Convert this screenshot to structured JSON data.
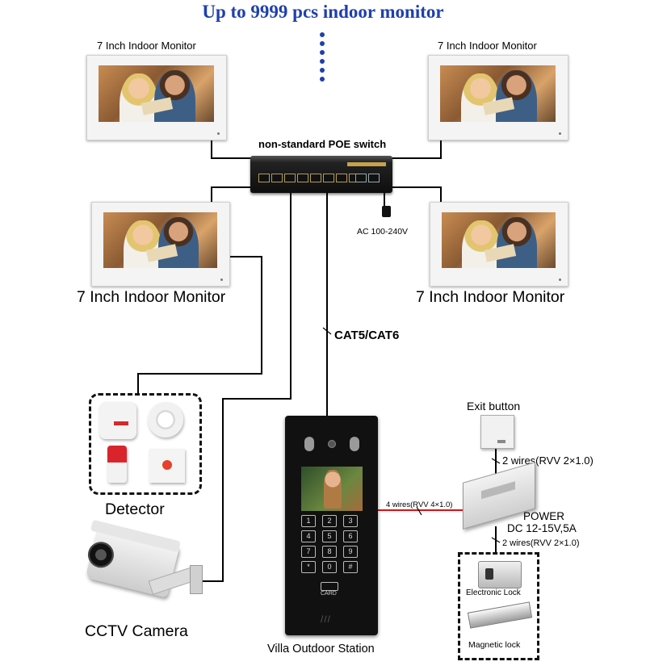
{
  "title": "Up to 9999 pcs indoor monitor",
  "switch_label": "non-standard POE switch",
  "power_input_label": "AC 100-240V",
  "cable_label": "CAT5/CAT6",
  "monitors": [
    {
      "label": "7 Inch Indoor Monitor"
    },
    {
      "label": "7 Inch Indoor Monitor"
    },
    {
      "label": "7 Inch Indoor Monitor"
    },
    {
      "label": "7 Inch Indoor Monitor"
    }
  ],
  "detector_label": "Detector",
  "camera_label": "CCTV Camera",
  "outdoor_station_label": "Villa Outdoor Station",
  "card_label": "CARD",
  "keypad": [
    "1",
    "2",
    "3",
    "4",
    "5",
    "6",
    "7",
    "8",
    "9",
    "*",
    "0",
    "#"
  ],
  "exit_button_label": "Exit button",
  "wires_exit": "2 wires(RVV 2×1.0)",
  "wires_station": "4 wires(RVV 4×1.0)",
  "power_label": "POWER",
  "power_spec": "DC 12-15V,5A",
  "wires_lock": "2 wires(RVV 2×1.0)",
  "electronic_lock_label": "Electronic Lock",
  "magnetic_lock_label": "Magnetic lock",
  "colors": {
    "title": "#1f3fae",
    "wire": "#000000",
    "station_wire": "#e01010"
  },
  "icons": [
    "smoke-detector-icon",
    "siren-icon",
    "emergency-button-icon",
    "cctv-camera-icon"
  ]
}
